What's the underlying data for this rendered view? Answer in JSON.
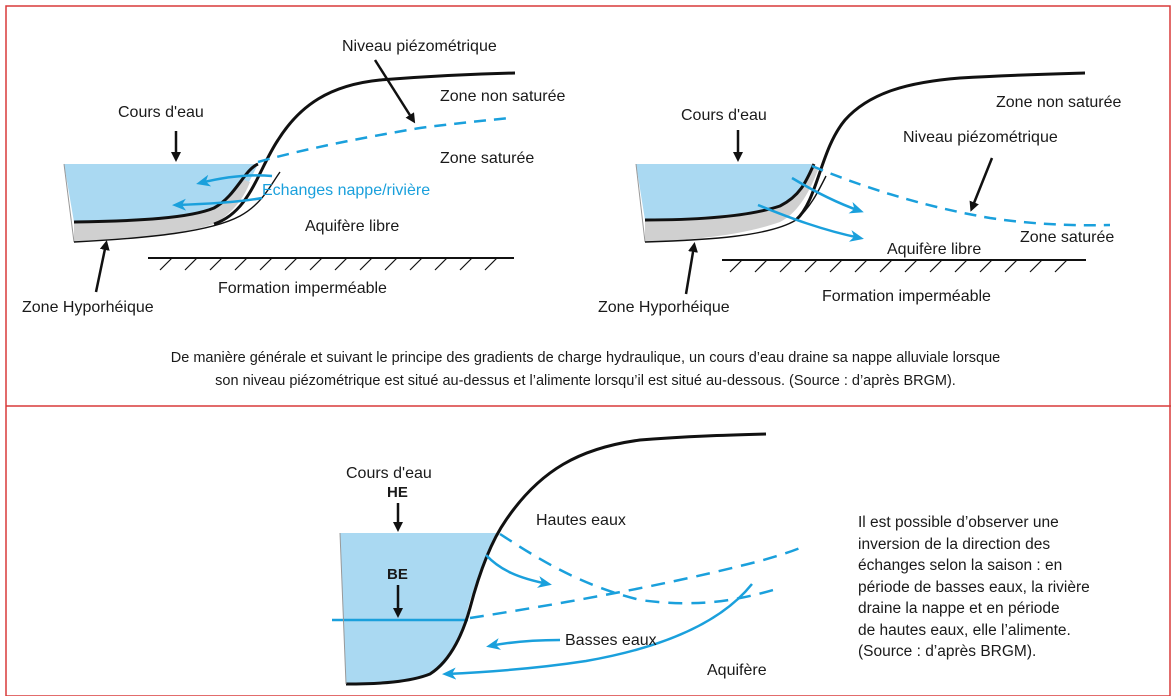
{
  "top_left": {
    "piezometric_level": "Niveau piézométrique",
    "unsaturated_zone": "Zone non saturée",
    "watercourse": "Cours d'eau",
    "saturated_zone": "Zone saturée",
    "exchanges": "Echanges nappe/rivière",
    "free_aquifer": "Aquifère libre",
    "impermeable_formation": "Formation imperméable",
    "hyporheic_zone": "Zone Hyporhéique"
  },
  "top_right": {
    "watercourse": "Cours d'eau",
    "unsaturated_zone": "Zone non saturée",
    "piezometric_level": "Niveau piézométrique",
    "saturated_zone": "Zone saturée",
    "free_aquifer": "Aquifère libre",
    "impermeable_formation": "Formation imperméable",
    "hyporheic_zone": "Zone Hyporhéique"
  },
  "caption_top": [
    "De manière générale et suivant le principe des gradients de charge hydraulique, un cours d’eau draine sa nappe alluviale lorsque",
    "son niveau piézométrique est situé au-dessus et l’alimente lorsqu’il est situé au-dessous. (Source : d’après BRGM)."
  ],
  "bottom": {
    "watercourse": "Cours d'eau",
    "he": "HE",
    "be": "BE",
    "high_water": "Hautes eaux",
    "low_water": "Basses eaux",
    "aquifer": "Aquifère"
  },
  "note": [
    "Il est possible d’observer une",
    "inversion de la direction des",
    "échanges selon la saison : en",
    "période de basses eaux, la rivière",
    "draine la nappe et en période",
    "de hautes eaux, elle l’alimente.",
    "(Source : d’après BRGM)."
  ],
  "colors": {
    "frame": "#d83a3a",
    "water": "#aad9f2",
    "accent_blue": "#1aa0dc",
    "hyporheic_grey": "#d0d0d0",
    "line": "#111111"
  }
}
